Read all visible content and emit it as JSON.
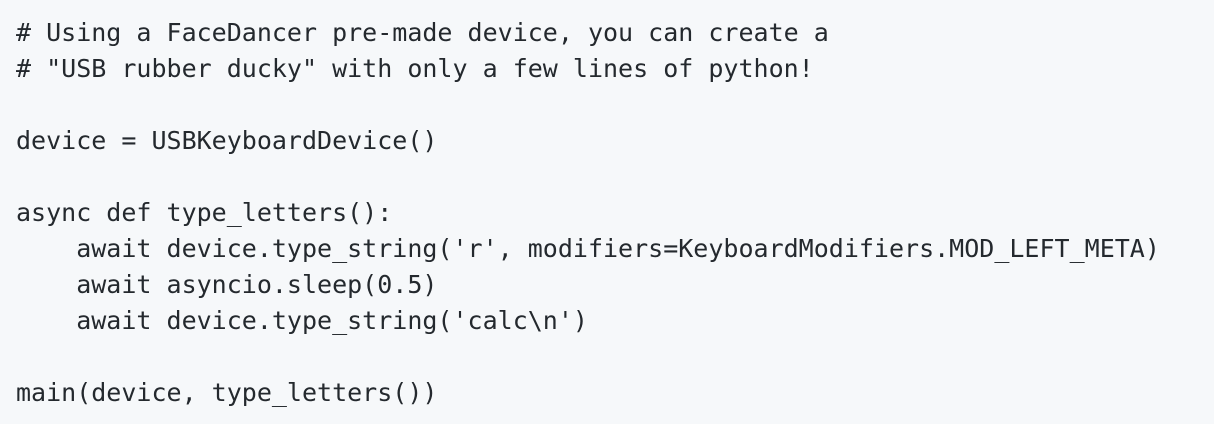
{
  "code": {
    "lines": [
      "# Using a FaceDancer pre-made device, you can create a",
      "# \"USB rubber ducky\" with only a few lines of python!",
      "",
      "device = USBKeyboardDevice()",
      "",
      "async def type_letters():",
      "    await device.type_string('r', modifiers=KeyboardModifiers.MOD_LEFT_META)",
      "    await asyncio.sleep(0.5)",
      "    await device.type_string('calc\\n')",
      "",
      "main(device, type_letters())"
    ]
  }
}
